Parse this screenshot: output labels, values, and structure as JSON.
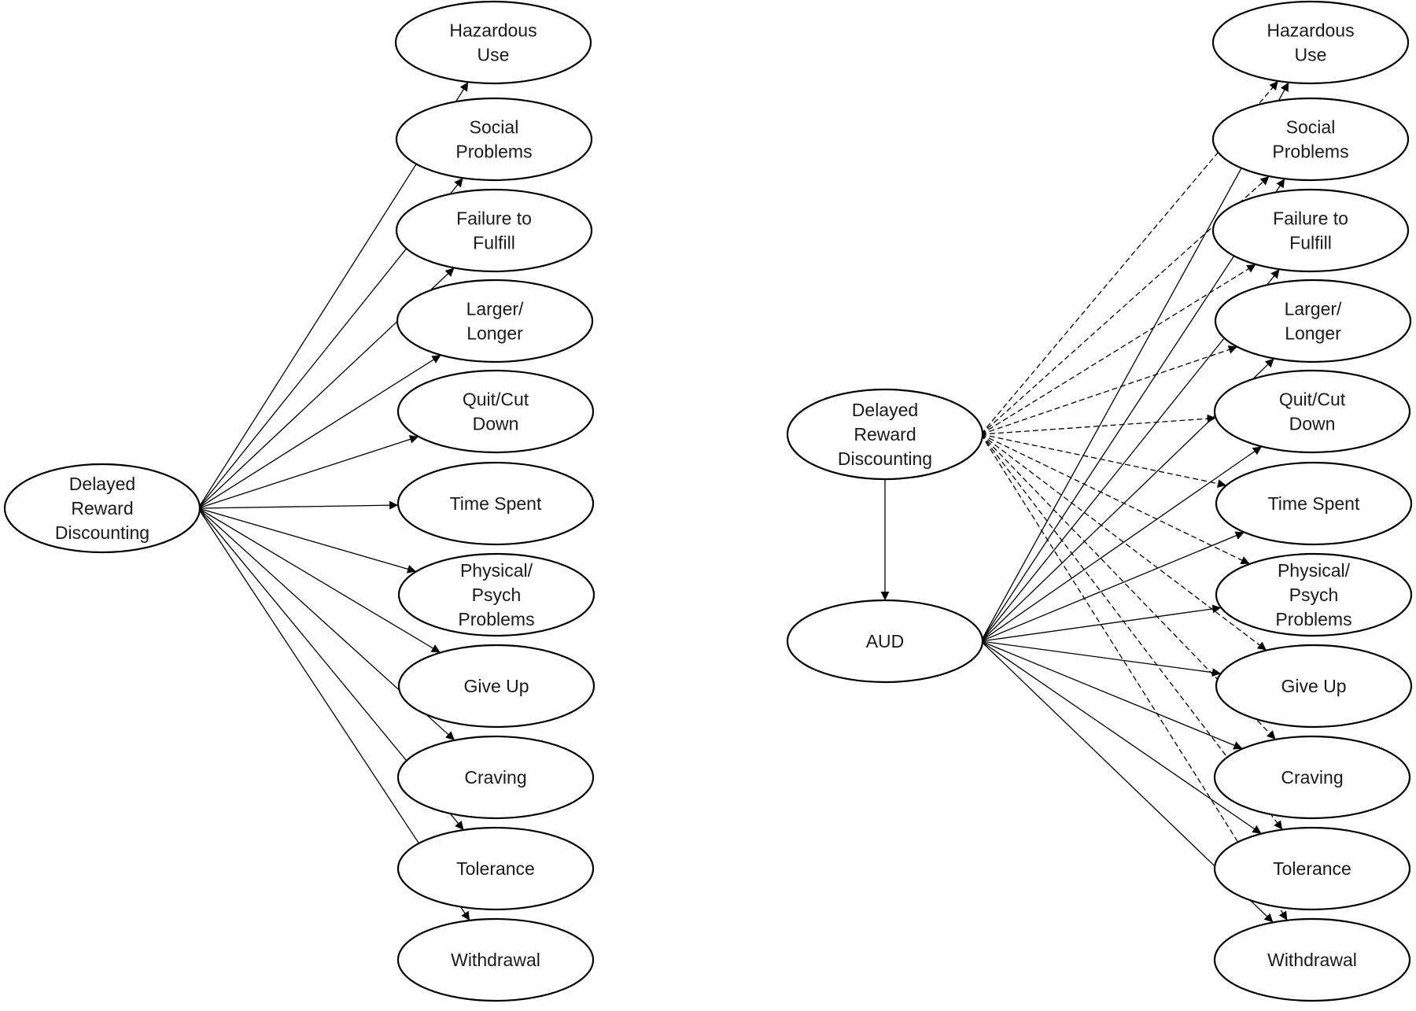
{
  "left_model": {
    "source": {
      "lines": [
        "Delayed",
        "Reward",
        "Discounting"
      ]
    },
    "symptoms": [
      {
        "lines": [
          "Hazardous",
          "Use"
        ]
      },
      {
        "lines": [
          "Social",
          "Problems"
        ]
      },
      {
        "lines": [
          "Failure to",
          "Fulfill"
        ]
      },
      {
        "lines": [
          "Larger/",
          "Longer"
        ]
      },
      {
        "lines": [
          "Quit/Cut",
          "Down"
        ]
      },
      {
        "lines": [
          "Time Spent"
        ]
      },
      {
        "lines": [
          "Physical/",
          "Psych",
          "Problems"
        ]
      },
      {
        "lines": [
          "Give Up"
        ]
      },
      {
        "lines": [
          "Craving"
        ]
      },
      {
        "lines": [
          "Tolerance"
        ]
      },
      {
        "lines": [
          "Withdrawal"
        ]
      }
    ]
  },
  "right_model": {
    "source": {
      "lines": [
        "Delayed",
        "Reward",
        "Discounting"
      ]
    },
    "factor": {
      "lines": [
        "AUD"
      ]
    },
    "symptoms": [
      {
        "lines": [
          "Hazardous",
          "Use"
        ]
      },
      {
        "lines": [
          "Social",
          "Problems"
        ]
      },
      {
        "lines": [
          "Failure to",
          "Fulfill"
        ]
      },
      {
        "lines": [
          "Larger/",
          "Longer"
        ]
      },
      {
        "lines": [
          "Quit/Cut",
          "Down"
        ]
      },
      {
        "lines": [
          "Time Spent"
        ]
      },
      {
        "lines": [
          "Physical/",
          "Psych",
          "Problems"
        ]
      },
      {
        "lines": [
          "Give Up"
        ]
      },
      {
        "lines": [
          "Craving"
        ]
      },
      {
        "lines": [
          "Tolerance"
        ]
      },
      {
        "lines": [
          "Withdrawal"
        ]
      }
    ]
  },
  "edges": {
    "left": "solid: Delayed Reward Discounting to each symptom",
    "right_direct": "dashed: Delayed Reward Discounting to each symptom",
    "right_factor": "solid: AUD to each symptom",
    "right_path": "solid: Delayed Reward Discounting to AUD"
  }
}
